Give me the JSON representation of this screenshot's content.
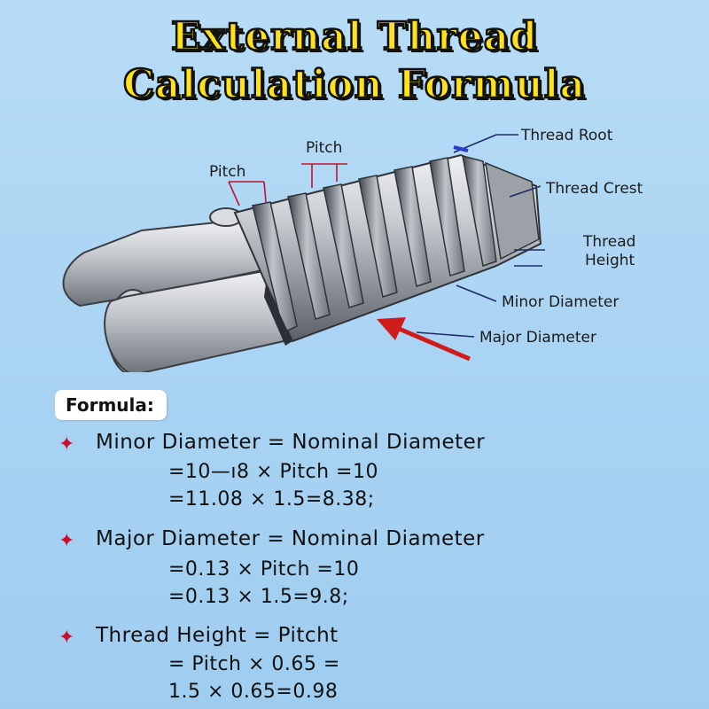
{
  "title": {
    "line1": "External Thread",
    "line2": "Calculation Formula"
  },
  "diagram_labels": {
    "pitch_top": "Pitch",
    "pitch_left": "Pitch",
    "thread_root": "Thread Root",
    "thread_crest": "Thread Crest",
    "thread_height_1": "Thread",
    "thread_height_2": "Height",
    "minor_diameter": "Minor Diameter",
    "major_diameter": "Major Diameter"
  },
  "colors": {
    "title_fill": "#ffe21c",
    "accent_red": "#c8102e",
    "leader_navy": "#1f2a6b",
    "background": "#aad4f3"
  },
  "formula": {
    "header": "Formula:",
    "bullet_icon": "red-four-point-star",
    "items": [
      {
        "heading": "Minor Diameter = Nominal Diameter",
        "lines": [
          "=10—ı8 × Pitch =10",
          "=11.08 × 1.5=8.38;"
        ]
      },
      {
        "heading": "Major Diameter = Nominal Diameter",
        "lines": [
          "=0.13 × Pitch =10",
          "=0.13 × 1.5=9.8;"
        ]
      },
      {
        "heading": "Thread Height = Pitcht",
        "lines": [
          "= Pitch × 0.65 =",
          "1.5 × 0.65=0.98"
        ]
      }
    ]
  }
}
